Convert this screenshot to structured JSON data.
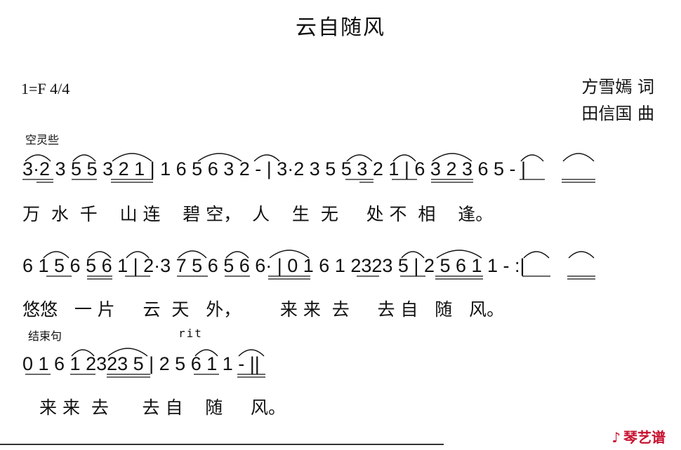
{
  "title": "云自随风",
  "key_signature": "1=F   4/4",
  "credits": {
    "lyricist": "方雪嫣 词",
    "composer": "田信国 曲"
  },
  "expressions": {
    "opening": "空灵些",
    "ending_label": "结束句",
    "rit": "rit"
  },
  "music": {
    "line1": "3·2 3 5 5 3 2 1 | 1 6 5 6 3 2 - | 3·2 3 5 5 3 2 1 | 6 3 2 3 6 5 - |",
    "line2": "6 1 5 6 5 6 1 | 2·3 7 5 6 5 6 6· | 0 1 6 1 2323 5 | 2 5 6 1 1 - :|",
    "line3": "0 1 6 1 2323 5 | 2 5 6 1 1 - ||"
  },
  "lyrics": {
    "line1": "万  水  千    山 连    碧 空，  人    生  无     处 不  相    逢。",
    "line2": "悠悠   一 片     云  天   外，       来 来  去     去 自   随   风。",
    "line3": "来 来  去      去 自    随     风。"
  },
  "watermark": "琴艺谱"
}
